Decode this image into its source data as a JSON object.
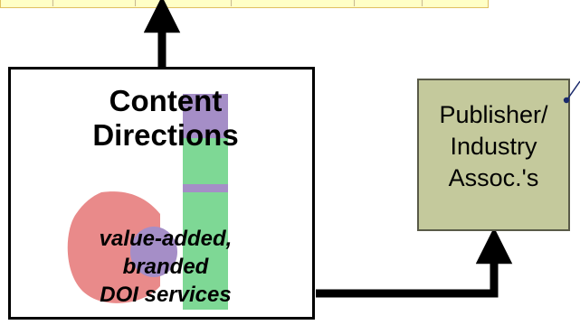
{
  "content_directions": {
    "title_lines": [
      "Content",
      "Directions"
    ],
    "subtitle_lines": [
      "value-added,",
      "branded",
      "DOI services"
    ]
  },
  "publisher": {
    "label_lines": [
      "Publisher/",
      "Industry",
      "Assoc.'s"
    ]
  },
  "colors": {
    "banner_fill": "#ffffc6",
    "publisher_fill": "#c4c99c",
    "logo_pink": "#e98a8a",
    "logo_purple": "#a58ec7",
    "logo_green": "#7ed895"
  }
}
